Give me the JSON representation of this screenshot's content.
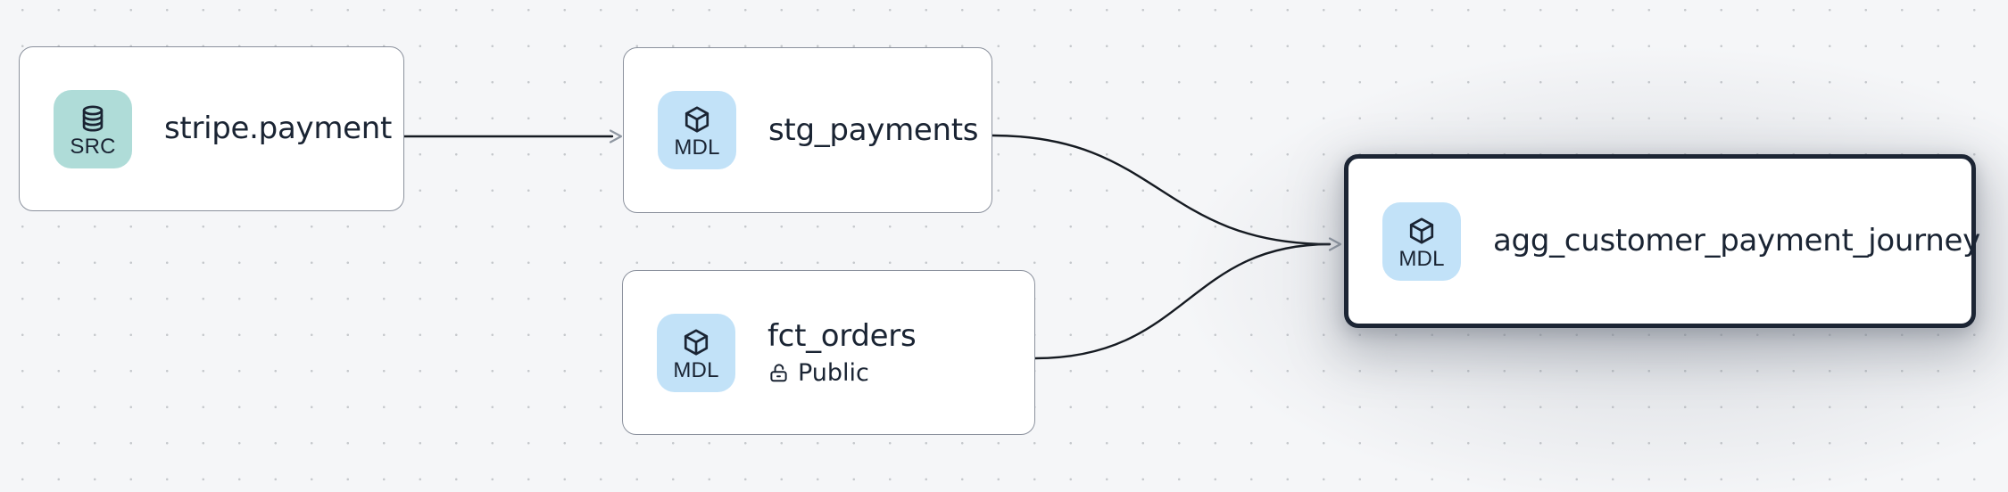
{
  "app": {
    "name": "data-lineage-graph"
  },
  "colors": {
    "canvas-bg": "#f5f6f8",
    "dot": "#c6c9cd",
    "node-bg": "#ffffff",
    "node-border": "#8b919d",
    "node-border-selected": "#1c2534",
    "title": "#1a2433",
    "badge-src-bg": "#afdcd8",
    "badge-mdl-bg": "#c2e2f8",
    "edge": "#161b22",
    "arrowhead": "#8f97a1"
  },
  "nodes": [
    {
      "title": "stripe.payment",
      "badge": "SRC",
      "badge_icon": "database-icon",
      "kind": "source",
      "selected": false
    },
    {
      "title": "stg_payments",
      "badge": "MDL",
      "badge_icon": "cube-icon",
      "kind": "model",
      "selected": false
    },
    {
      "title": "fct_orders",
      "badge": "MDL",
      "badge_icon": "cube-icon",
      "kind": "model",
      "access": "Public",
      "access_icon": "lock-open-icon",
      "selected": false
    },
    {
      "title": "agg_customer_payment_journey",
      "badge": "MDL",
      "badge_icon": "cube-icon",
      "kind": "model",
      "selected": true
    }
  ],
  "edges": [
    {
      "from": "stripe.payment",
      "to": "stg_payments"
    },
    {
      "from": "stg_payments",
      "to": "agg_customer_payment_journey"
    },
    {
      "from": "fct_orders",
      "to": "agg_customer_payment_journey"
    }
  ]
}
